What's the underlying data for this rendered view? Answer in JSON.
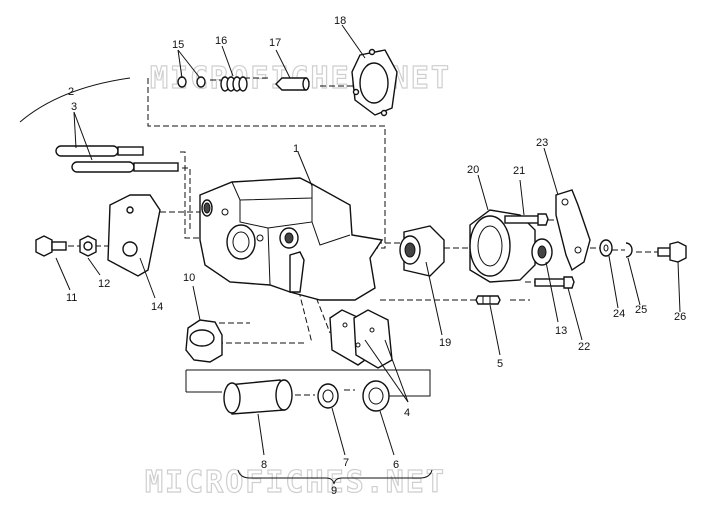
{
  "watermarks": [
    "MICROFICHES.NET",
    "MICROFICHES.NET"
  ],
  "callouts": {
    "c1": "1",
    "c2": "2",
    "c3": "3",
    "c4": "4",
    "c5": "5",
    "c6": "6",
    "c7": "7",
    "c8": "8",
    "c9": "9",
    "c10": "10",
    "c11": "11",
    "c12": "12",
    "c13": "13",
    "c14": "14",
    "c15": "15",
    "c16": "16",
    "c17": "17",
    "c18": "18",
    "c19": "19",
    "c20": "20",
    "c21": "21",
    "c22": "22",
    "c23": "23",
    "c24": "24",
    "c25": "25",
    "c26": "26"
  }
}
